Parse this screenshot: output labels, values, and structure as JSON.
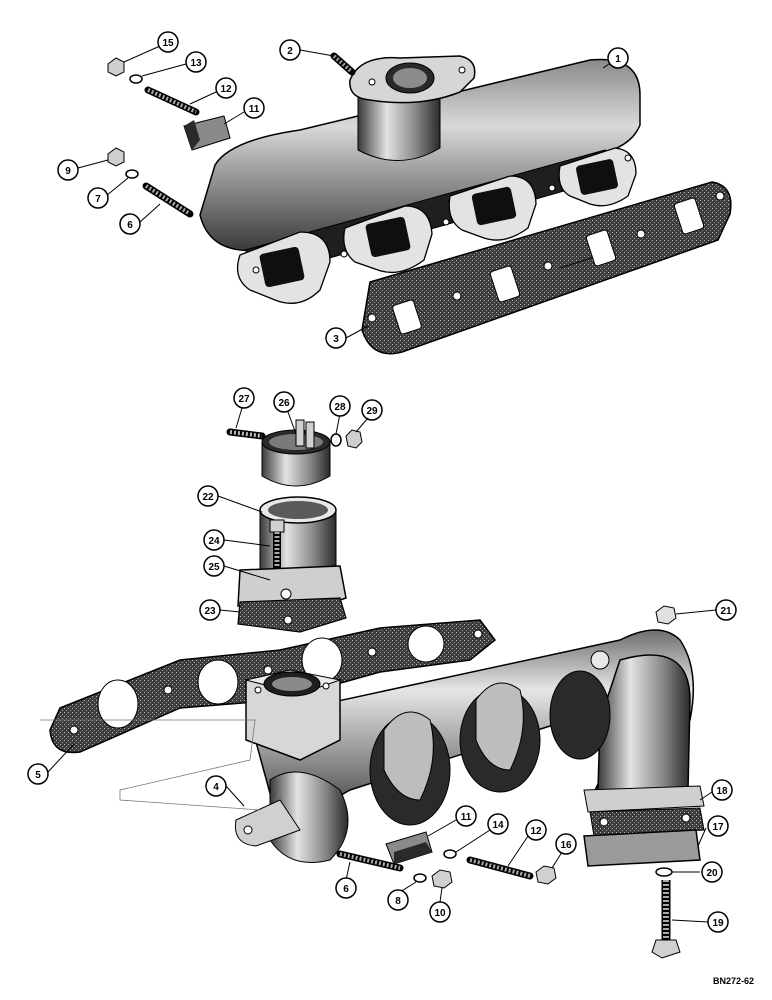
{
  "figure_code": "BN272-62",
  "callouts": [
    {
      "id": "c1",
      "label": "1"
    },
    {
      "id": "c2",
      "label": "2"
    },
    {
      "id": "c3",
      "label": "3"
    },
    {
      "id": "c4",
      "label": "4"
    },
    {
      "id": "c5",
      "label": "5"
    },
    {
      "id": "c6a",
      "label": "6"
    },
    {
      "id": "c6b",
      "label": "6"
    },
    {
      "id": "c7",
      "label": "7"
    },
    {
      "id": "c8",
      "label": "8"
    },
    {
      "id": "c9",
      "label": "9"
    },
    {
      "id": "c10",
      "label": "10"
    },
    {
      "id": "c11a",
      "label": "11"
    },
    {
      "id": "c11b",
      "label": "11"
    },
    {
      "id": "c12a",
      "label": "12"
    },
    {
      "id": "c12b",
      "label": "12"
    },
    {
      "id": "c13",
      "label": "13"
    },
    {
      "id": "c14",
      "label": "14"
    },
    {
      "id": "c15",
      "label": "15"
    },
    {
      "id": "c16",
      "label": "16"
    },
    {
      "id": "c17",
      "label": "17"
    },
    {
      "id": "c18",
      "label": "18"
    },
    {
      "id": "c19",
      "label": "19"
    },
    {
      "id": "c20",
      "label": "20"
    },
    {
      "id": "c21",
      "label": "21"
    },
    {
      "id": "c22",
      "label": "22"
    },
    {
      "id": "c23",
      "label": "23"
    },
    {
      "id": "c24",
      "label": "24"
    },
    {
      "id": "c25",
      "label": "25"
    },
    {
      "id": "c26",
      "label": "26"
    },
    {
      "id": "c27",
      "label": "27"
    },
    {
      "id": "c28",
      "label": "28"
    },
    {
      "id": "c29",
      "label": "29"
    }
  ]
}
